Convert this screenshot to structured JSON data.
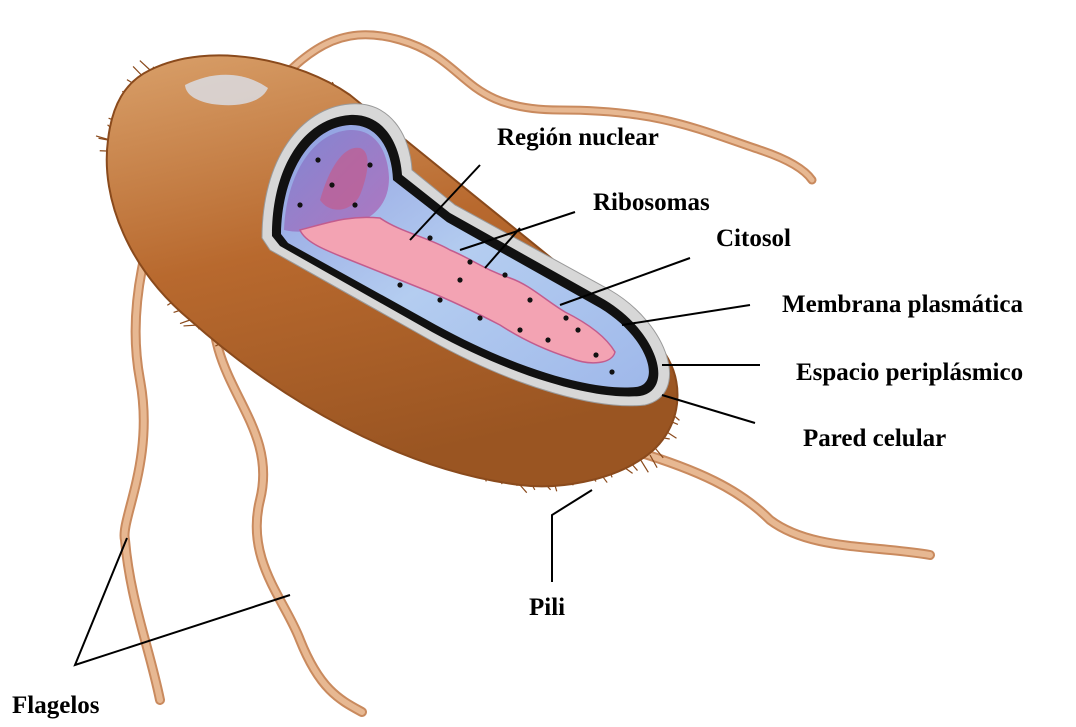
{
  "labels": {
    "region_nuclear": "Región nuclear",
    "ribosomas": "Ribosomas",
    "citosol": "Citosol",
    "membrana_plasmatica": "Membrana plasmática",
    "espacio_periplasmico": "Espacio periplásmico",
    "pared_celular": "Pared celular",
    "pili": "Pili",
    "flagelos": "Flagelos"
  },
  "colors": {
    "cell_body": "#b8692e",
    "cell_body_light": "#d99a5c",
    "pili": "#8a4a1c",
    "flagella": "#e7b892",
    "flagella_edge": "#c98a5e",
    "cell_wall": "#d7d7d7",
    "plasma_membrane": "#111111",
    "cytosol": "#a9c2ea",
    "cytosol_dark": "#6f72c2",
    "nucleoid": "#f3a3b3",
    "nucleoid_dark": "#c25c8e",
    "ribosome": "#111111",
    "leader_lines": "#000000"
  }
}
